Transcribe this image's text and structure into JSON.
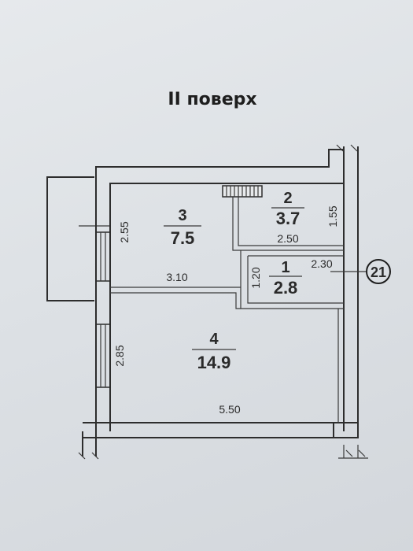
{
  "floor_title": "II поверх",
  "rooms": [
    {
      "number": "1",
      "area": "2.8"
    },
    {
      "number": "2",
      "area": "3.7"
    },
    {
      "number": "3",
      "area": "7.5"
    },
    {
      "number": "4",
      "area": "14.9"
    }
  ],
  "dimensions": {
    "room3_height": "2.55",
    "room4_height": "2.85",
    "room2_height": "1.55",
    "room2_width": "2.50",
    "room1_height": "1.20",
    "room1_width": "2.30",
    "room3_width": "3.10",
    "room4_width": "5.50"
  },
  "apartment_number": "21"
}
